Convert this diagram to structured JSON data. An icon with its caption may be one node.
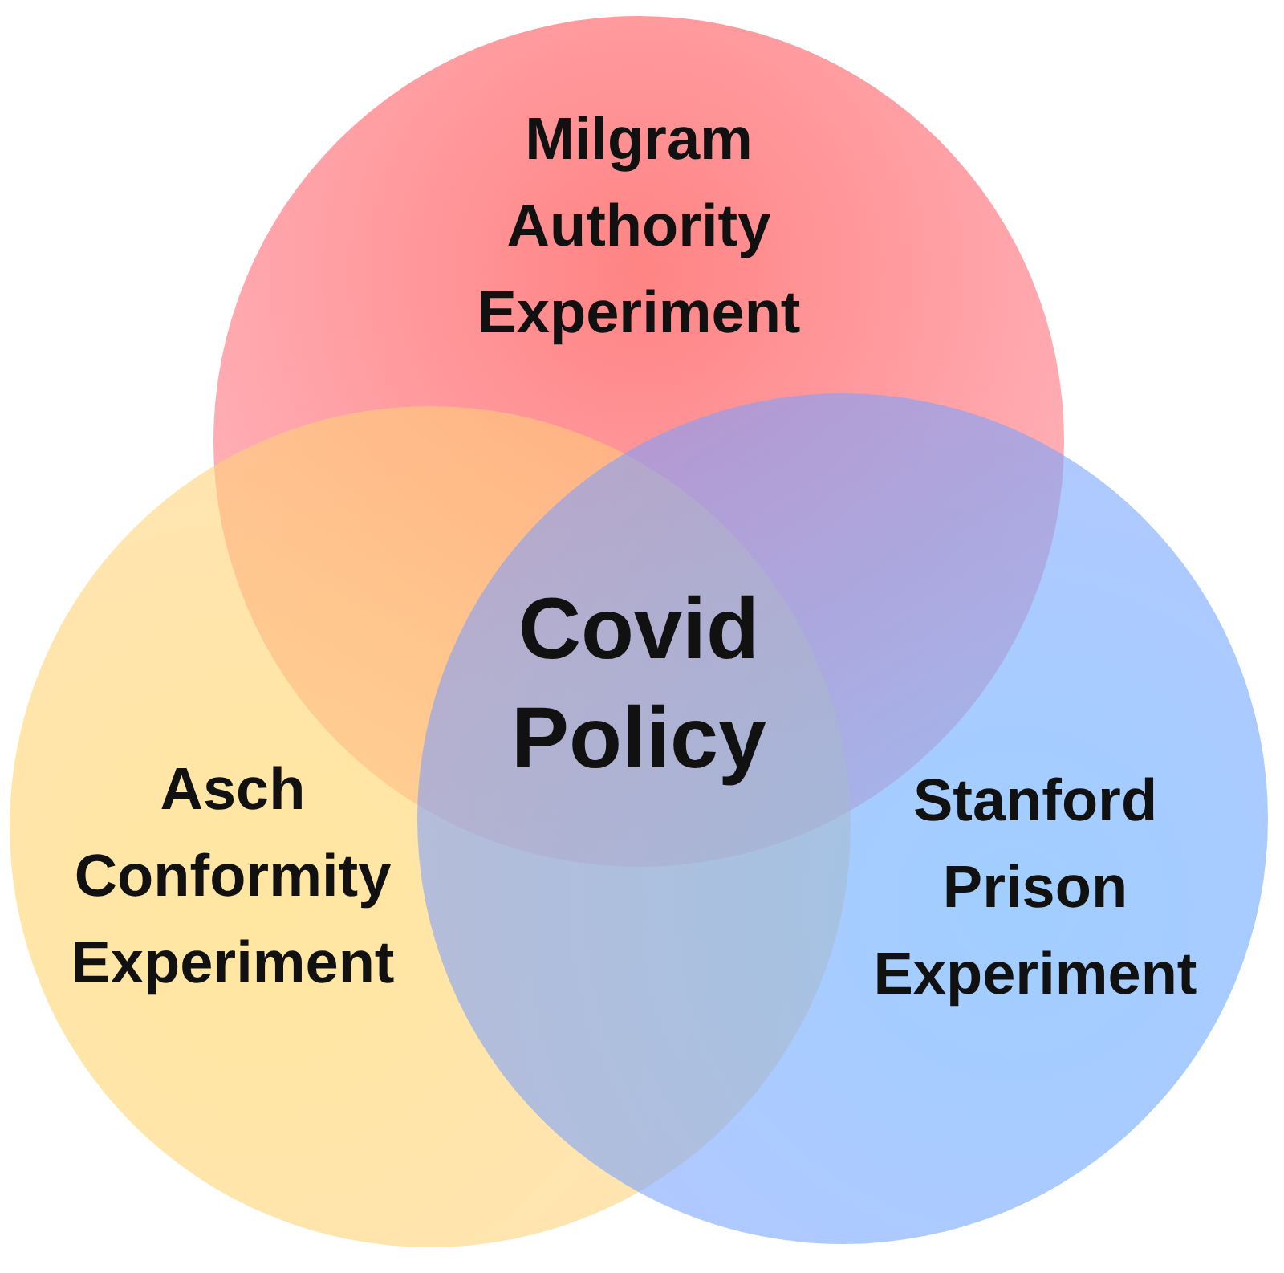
{
  "diagram": {
    "nodes": [
      {
        "text": [
          "Milgram Authority Experiment"
        ]
      },
      {
        "text": [
          "Asch Conformity Experiment"
        ]
      },
      {
        "text": [
          "Stanford Prison Experiment"
        ]
      }
    ],
    "labels": [
      "Covid Policy"
    ]
  }
}
